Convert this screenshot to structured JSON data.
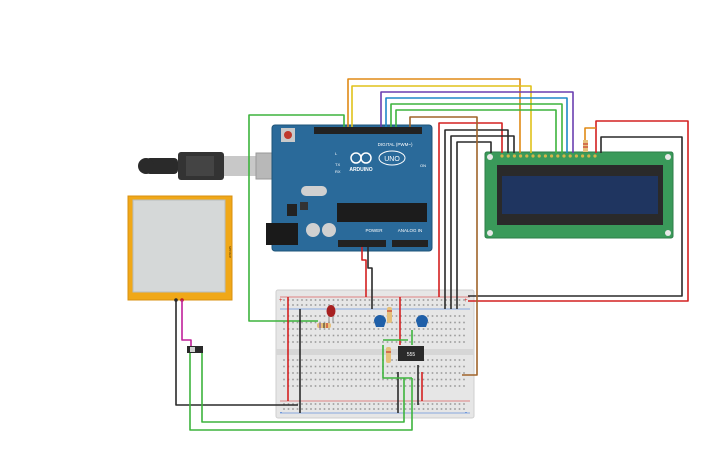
{
  "arduino": {
    "brand": "ARDUINO",
    "model": "UNO",
    "digital_label": "DIGITAL (PWM~)",
    "power_label": "POWER",
    "analog_label": "ANALOG IN",
    "tx_label": "TX",
    "rx_label": "RX",
    "l_label": "L",
    "on_label": "ON"
  },
  "force_sensor": {
    "label": "sensor"
  },
  "timer_chip": {
    "label": "555"
  },
  "breadboard": {
    "plus": "+",
    "minus": "-"
  },
  "colors": {
    "wire_orange": "#e08a16",
    "wire_yellow": "#e0c21a",
    "wire_purple": "#6a3fb0",
    "wire_blue": "#1e88c8",
    "wire_green": "#3db43d",
    "wire_red": "#d42020",
    "wire_black": "#2a2a2a",
    "wire_brown": "#a0642a",
    "wire_magenta": "#c0209a",
    "arduino_pcb": "#2a6a9a",
    "lcd_pcb": "#3a9a5a",
    "lcd_screen": "#1f3560",
    "sensor_frame": "#f0a818"
  }
}
